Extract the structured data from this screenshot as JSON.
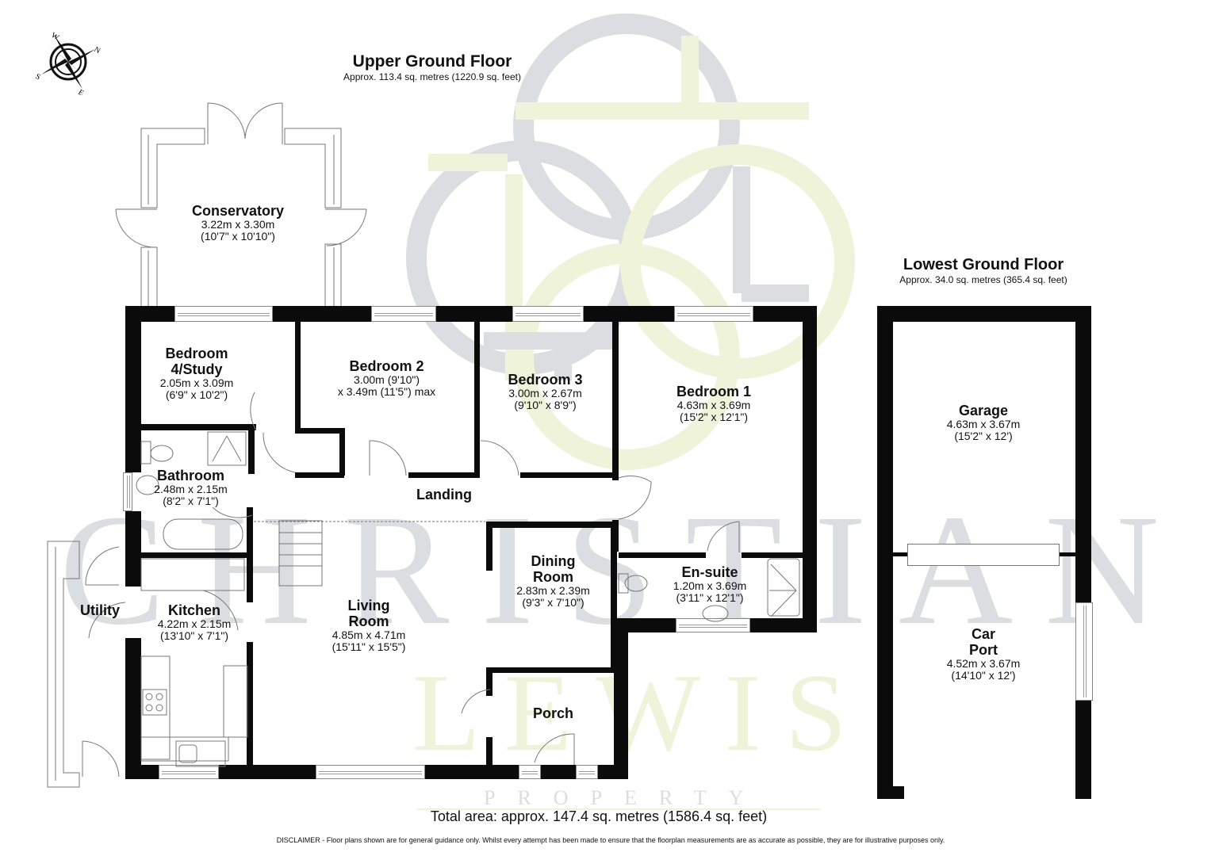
{
  "compass": {
    "icon": "compass-rose-icon",
    "labels": {
      "north": "N",
      "south": "S",
      "east": "E",
      "west": "W"
    }
  },
  "upper_floor": {
    "title": "Upper Ground Floor",
    "area": "Approx. 113.4 sq. metres (1220.9 sq. feet)"
  },
  "lowest_floor": {
    "title": "Lowest Ground Floor",
    "area": "Approx. 34.0 sq. metres (365.4 sq. feet)"
  },
  "rooms": {
    "conservatory": {
      "name": "Conservatory",
      "metric": "3.22m x 3.30m",
      "imperial": "(10'7\" x 10'10\")"
    },
    "bedroom4": {
      "name_line1": "Bedroom",
      "name_line2": "4/Study",
      "metric": "2.05m x 3.09m",
      "imperial": "(6'9\" x 10'2\")"
    },
    "bedroom2": {
      "name": "Bedroom 2",
      "metric": "3.00m (9'10\")",
      "imperial": "x 3.49m (11'5\") max"
    },
    "bedroom3": {
      "name": "Bedroom 3",
      "metric": "3.00m x 2.67m",
      "imperial": "(9'10\" x 8'9\")"
    },
    "bedroom1": {
      "name": "Bedroom 1",
      "metric": "4.63m x 3.69m",
      "imperial": "(15'2\" x 12'1\")"
    },
    "bathroom": {
      "name": "Bathroom",
      "metric": "2.48m x 2.15m",
      "imperial": "(8'2\" x 7'1\")"
    },
    "landing": {
      "name": "Landing"
    },
    "dining": {
      "name_line1": "Dining",
      "name_line2": "Room",
      "metric": "2.83m x 2.39m",
      "imperial": "(9'3\" x 7'10\")"
    },
    "ensuite": {
      "name": "En-suite",
      "metric": "1.20m x 3.69m",
      "imperial": "(3'11\" x 12'1\")"
    },
    "utility": {
      "name": "Utility"
    },
    "kitchen": {
      "name": "Kitchen",
      "metric": "4.22m x 2.15m",
      "imperial": "(13'10\" x 7'1\")"
    },
    "living": {
      "name_line1": "Living",
      "name_line2": "Room",
      "metric": "4.85m x 4.71m",
      "imperial": "(15'11\" x 15'5\")"
    },
    "porch": {
      "name": "Porch"
    },
    "garage": {
      "name": "Garage",
      "metric": "4.63m x 3.67m",
      "imperial": "(15'2\" x 12')"
    },
    "carport": {
      "name_line1": "Car",
      "name_line2": "Port",
      "metric": "4.52m x 3.67m",
      "imperial": "(14'10\" x 12')"
    }
  },
  "watermark": {
    "word1": "CHRISTIAN",
    "word2": "LEWIS",
    "word3": "PROPERTY",
    "grey": "#dcdde0",
    "green": "#eef3d9"
  },
  "footer": {
    "total": "Total area: approx. 147.4 sq. metres (1586.4 sq. feet)",
    "disclaimer": "DISCLAIMER -  Floor plans shown are for general guidance only. Whilst every attempt has been made to ensure that the floorplan measurements are as accurate as possible, they are for illustrative purposes only."
  },
  "colors": {
    "wall": "#0b0b0b",
    "background": "#ffffff",
    "fixture_line": "#777777"
  }
}
